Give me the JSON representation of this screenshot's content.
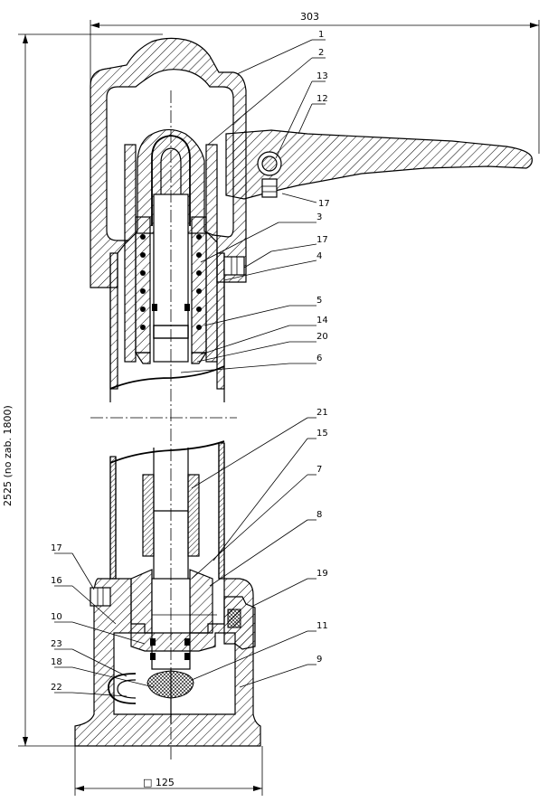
{
  "dimensions": {
    "width_label": "303",
    "height_label": "2525 (no zab. 1800)",
    "base_label": "□ 125"
  },
  "parts": [
    {
      "number": "1"
    },
    {
      "number": "2"
    },
    {
      "number": "13"
    },
    {
      "number": "12"
    },
    {
      "number": "17"
    },
    {
      "number": "3"
    },
    {
      "number": "17"
    },
    {
      "number": "4"
    },
    {
      "number": "5"
    },
    {
      "number": "14"
    },
    {
      "number": "20"
    },
    {
      "number": "6"
    },
    {
      "number": "21"
    },
    {
      "number": "15"
    },
    {
      "number": "7"
    },
    {
      "number": "8"
    },
    {
      "number": "19"
    },
    {
      "number": "17"
    },
    {
      "number": "16"
    },
    {
      "number": "10"
    },
    {
      "number": "11"
    },
    {
      "number": "23"
    },
    {
      "number": "9"
    },
    {
      "number": "18"
    },
    {
      "number": "22"
    }
  ]
}
